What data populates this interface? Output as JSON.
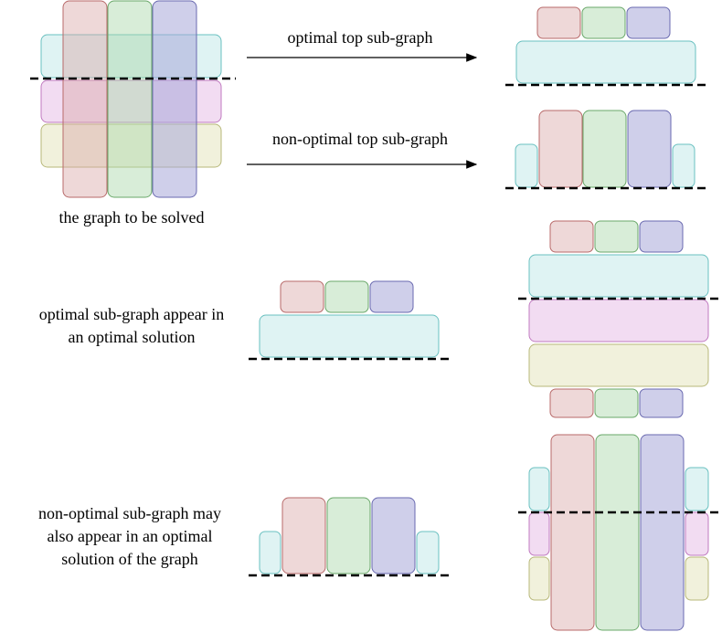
{
  "labels": {
    "graph_to_solve": "the graph to be solved",
    "optimal_top": "optimal top sub-graph",
    "nonoptimal_top": "non-optimal top sub-graph",
    "optimal_appear_line1": "optimal sub-graph appear in",
    "optimal_appear_line2": "an optimal solution",
    "nonoptimal_appear_line1": "non-optimal sub-graph may",
    "nonoptimal_appear_line2": "also appear in an optimal",
    "nonoptimal_appear_line3": "solution of the graph"
  },
  "colors": {
    "red": "#d9a8a8",
    "green": "#a8d8a8",
    "blue": "#a8a8d8",
    "cyan": "#c4eaea",
    "pink": "#e8c0e8",
    "yellow": "#e6e6c0"
  }
}
